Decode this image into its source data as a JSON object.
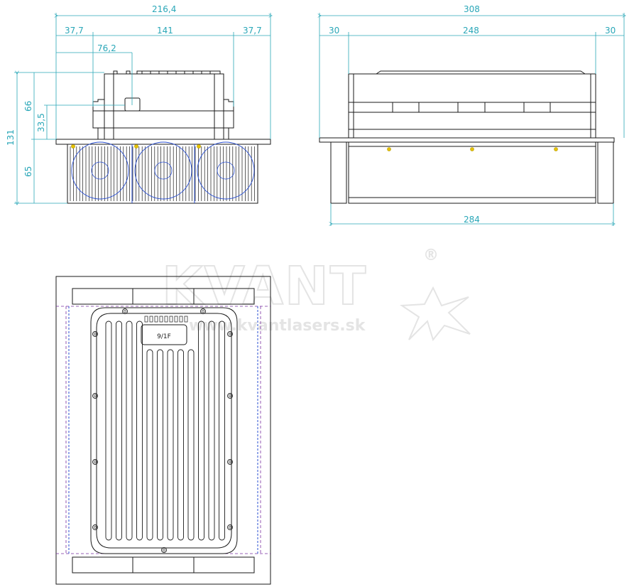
{
  "watermark": {
    "brand": "KVANT",
    "registered_mark": "®",
    "site": "www.kvantlasers.sk"
  },
  "front_view": {
    "dim_overall_width": "216,4",
    "dim_left_offset": "37,7",
    "dim_center_span": "141",
    "dim_right_offset": "37,7",
    "dim_label_position": "76,2",
    "dim_total_height": "131",
    "dim_upper_height": "66",
    "dim_label_height": "33,5",
    "dim_lower_height": "65"
  },
  "side_view": {
    "dim_overall_width": "308",
    "dim_left_flange": "30",
    "dim_body_width": "248",
    "dim_right_flange": "30",
    "dim_base_width": "284"
  },
  "top_view": {
    "label_plate_text": "9/1F"
  },
  "colors": {
    "outline": "#1a1a1a",
    "dimension": "#2aa7b8",
    "cutout": "#7a2fa0",
    "fan_blue": "#2a4fd0",
    "marker": "#e6c200",
    "watermark": "#e4e4e4"
  }
}
